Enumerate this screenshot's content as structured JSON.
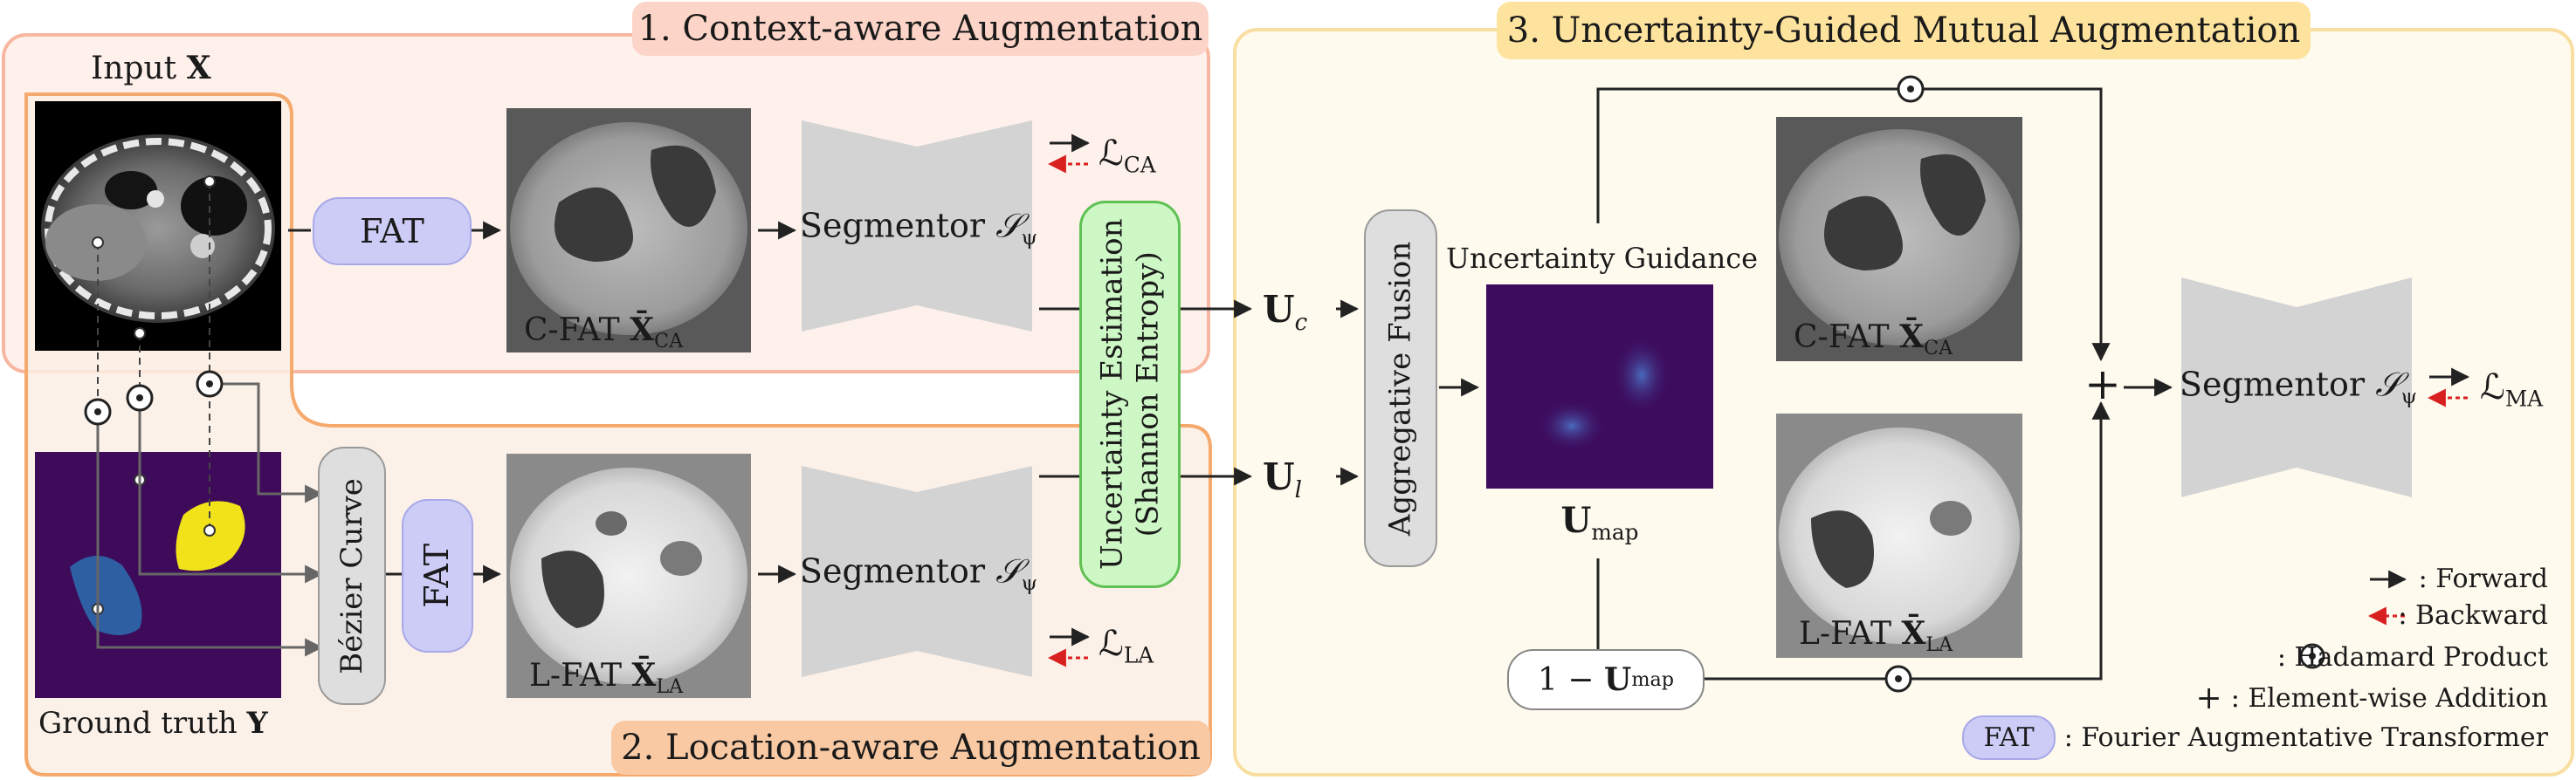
{
  "sections": {
    "context": {
      "title": "1. Context-aware Augmentation",
      "color": "#fdd5c8",
      "fill": "#fef1ec",
      "stroke": "#f7b7a1"
    },
    "location": {
      "title": "2. Location-aware Augmentation",
      "color": "#f9c9a3",
      "fill": "#fbeee4",
      "stroke": "#f5a96c"
    },
    "mutual": {
      "title": "3. Uncertainty-Guided Mutual Augmentation",
      "color": "#fde39d",
      "fill": "#fffaee",
      "stroke": "#f8dea0"
    }
  },
  "inputs": {
    "input_label": "Input",
    "input_symbol": "X",
    "ground_truth_label": "Ground truth",
    "ground_truth_symbol": "Y"
  },
  "modules": {
    "fat": "FAT",
    "bezier": "Bézier Curve",
    "segmentor": "Segmentor",
    "segmentor_symbol": "𝒮",
    "segmentor_sub": "ψ",
    "uncertainty_estimation_line1": "Uncertainty Estimation",
    "uncertainty_estimation_line2": "(Shannon Entropy)",
    "aggregative_fusion": "Aggregative Fusion",
    "uncertainty_guidance": "Uncertainty Guidance"
  },
  "images": {
    "cfat_label": "C-FAT",
    "cfat_symbol": "X̄",
    "cfat_sub": "CA",
    "lfat_label": "L-FAT",
    "lfat_symbol": "X̄",
    "lfat_sub": "LA",
    "umap_symbol": "U",
    "umap_sub": "map",
    "one_minus": "1 −"
  },
  "losses": {
    "symbol": "ℒ",
    "ca": "CA",
    "la": "LA",
    "ma": "MA"
  },
  "uncertainty": {
    "uc_symbol": "U",
    "uc_sub": "c",
    "ul_symbol": "U",
    "ul_sub": "l"
  },
  "ops": {
    "plus": "+",
    "hadamard": "⊙"
  },
  "legend": {
    "forward": ": Forward",
    "backward": ": Backward",
    "hadamard": ": Hadamard Product",
    "addition": ": Element-wise Addition",
    "fat_chip": "FAT",
    "fat_desc": ": Fourier Augmentative Transformer"
  },
  "colors": {
    "fat_chip": "#ccccf7",
    "fat_chip_border": "#a9a9e8",
    "ue_fill": "#cdf7c4",
    "ue_border": "#5fc153",
    "module_grey": "#dedede",
    "segmentor_grey": "#d3d3d3",
    "gt_background": "#3e0b5a",
    "gt_liver": "#2e5fa3",
    "gt_spleen": "#f2e21a",
    "backward_arrow": "#d92020",
    "umap_background": "#3d0c5e"
  }
}
